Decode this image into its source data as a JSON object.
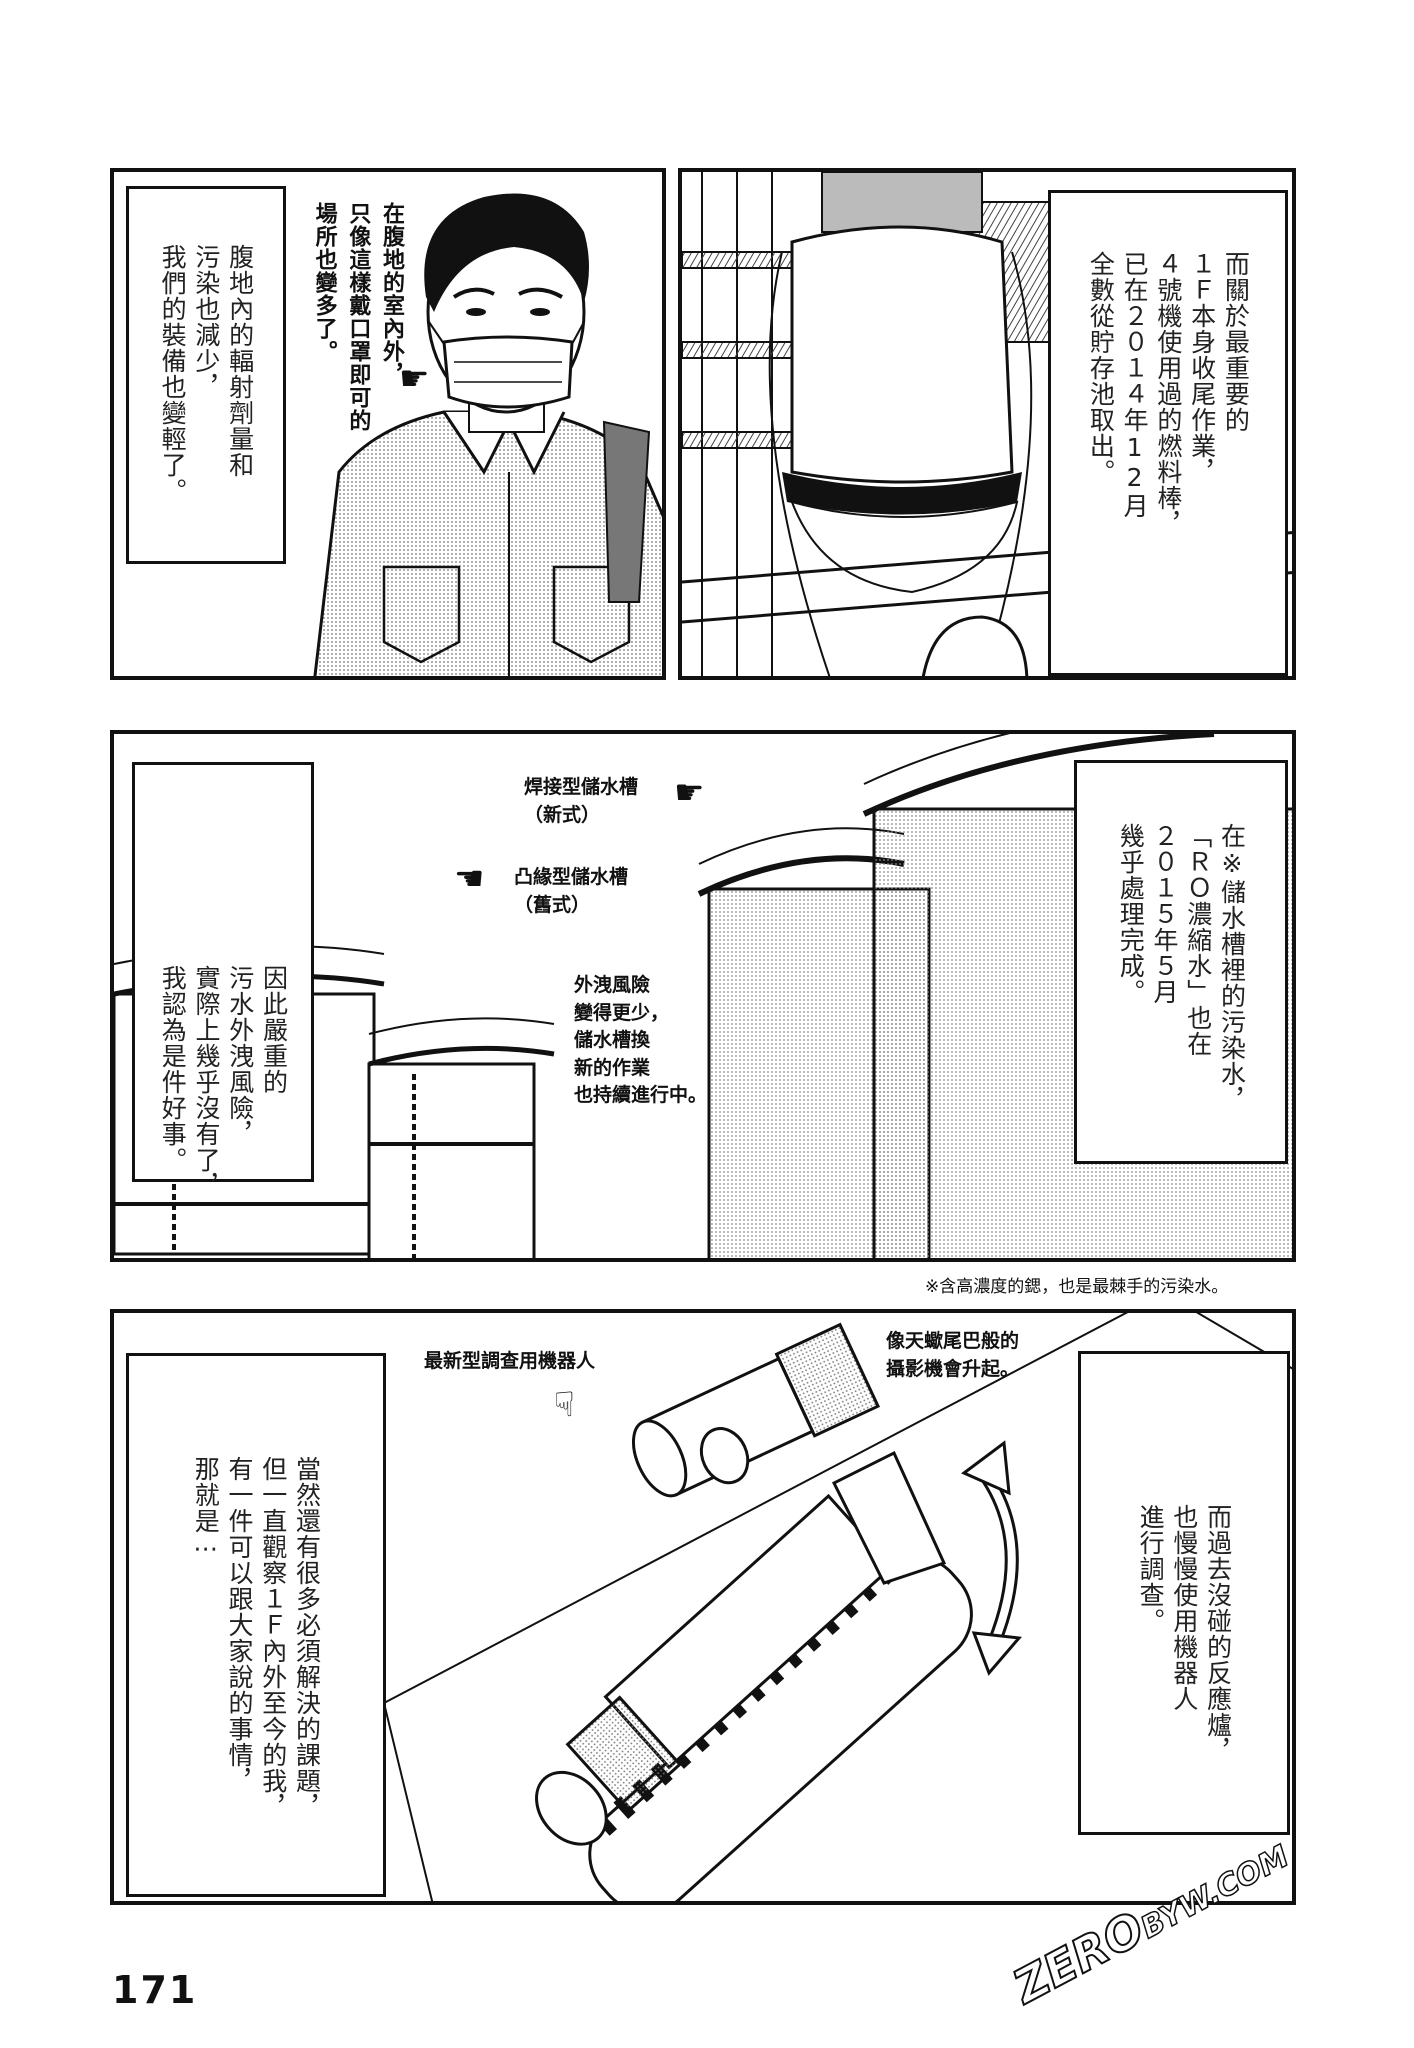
{
  "page": {
    "number": "171",
    "watermark_main": "ZERO",
    "watermark_tail": "BYW.COM",
    "footnote": "※含高濃度的鍶，也是最棘手的污染水。"
  },
  "panel1": {
    "narration_lines": [
      "腹地內的輻射劑量和",
      "污染也減少，",
      "我們的裝備也變輕了。"
    ],
    "speech_lines": [
      "在腹地的室內外，",
      "只像這樣戴口罩即可的",
      "場所也變多了。"
    ],
    "hand_icon": "pointing-hand"
  },
  "panel2": {
    "narration_lines": [
      "而關於最重要的",
      "１Ｆ本身收尾作業，",
      "４號機使用過的燃料棒，",
      "已在２０１４年12月",
      "全數從貯存池取出。"
    ]
  },
  "panel3": {
    "narration_left_lines": [
      "因此嚴重的",
      "污水外洩風險，",
      "實際上幾乎沒有了，",
      "我認為是件好事。"
    ],
    "label_new_tank": "焊接型儲水槽\n（新式）",
    "label_old_tank": "凸緣型儲水槽\n（舊式）",
    "label_replacement": "外洩風險\n變得更少，\n儲水槽換\n新的作業\n也持續進行中。",
    "narration_right_lines": [
      "在※儲水槽裡的污染水，",
      "「ＲＯ濃縮水」也在",
      "２０１５年５月",
      "幾乎處理完成。"
    ]
  },
  "panel4": {
    "narration_left_lines": [
      "當然還有很多必須解決的課題，",
      "但一直觀察１Ｆ內外至今的我，",
      "有一件可以跟大家說的事情，",
      "那就是⋯"
    ],
    "label_robot": "最新型調查用機器人",
    "label_camera": "像天蠍尾巴般的\n攝影機會升起。",
    "narration_right_lines": [
      "而過去沒碰的反應爐，",
      "也慢慢使用機器人",
      "進行調查。"
    ]
  }
}
